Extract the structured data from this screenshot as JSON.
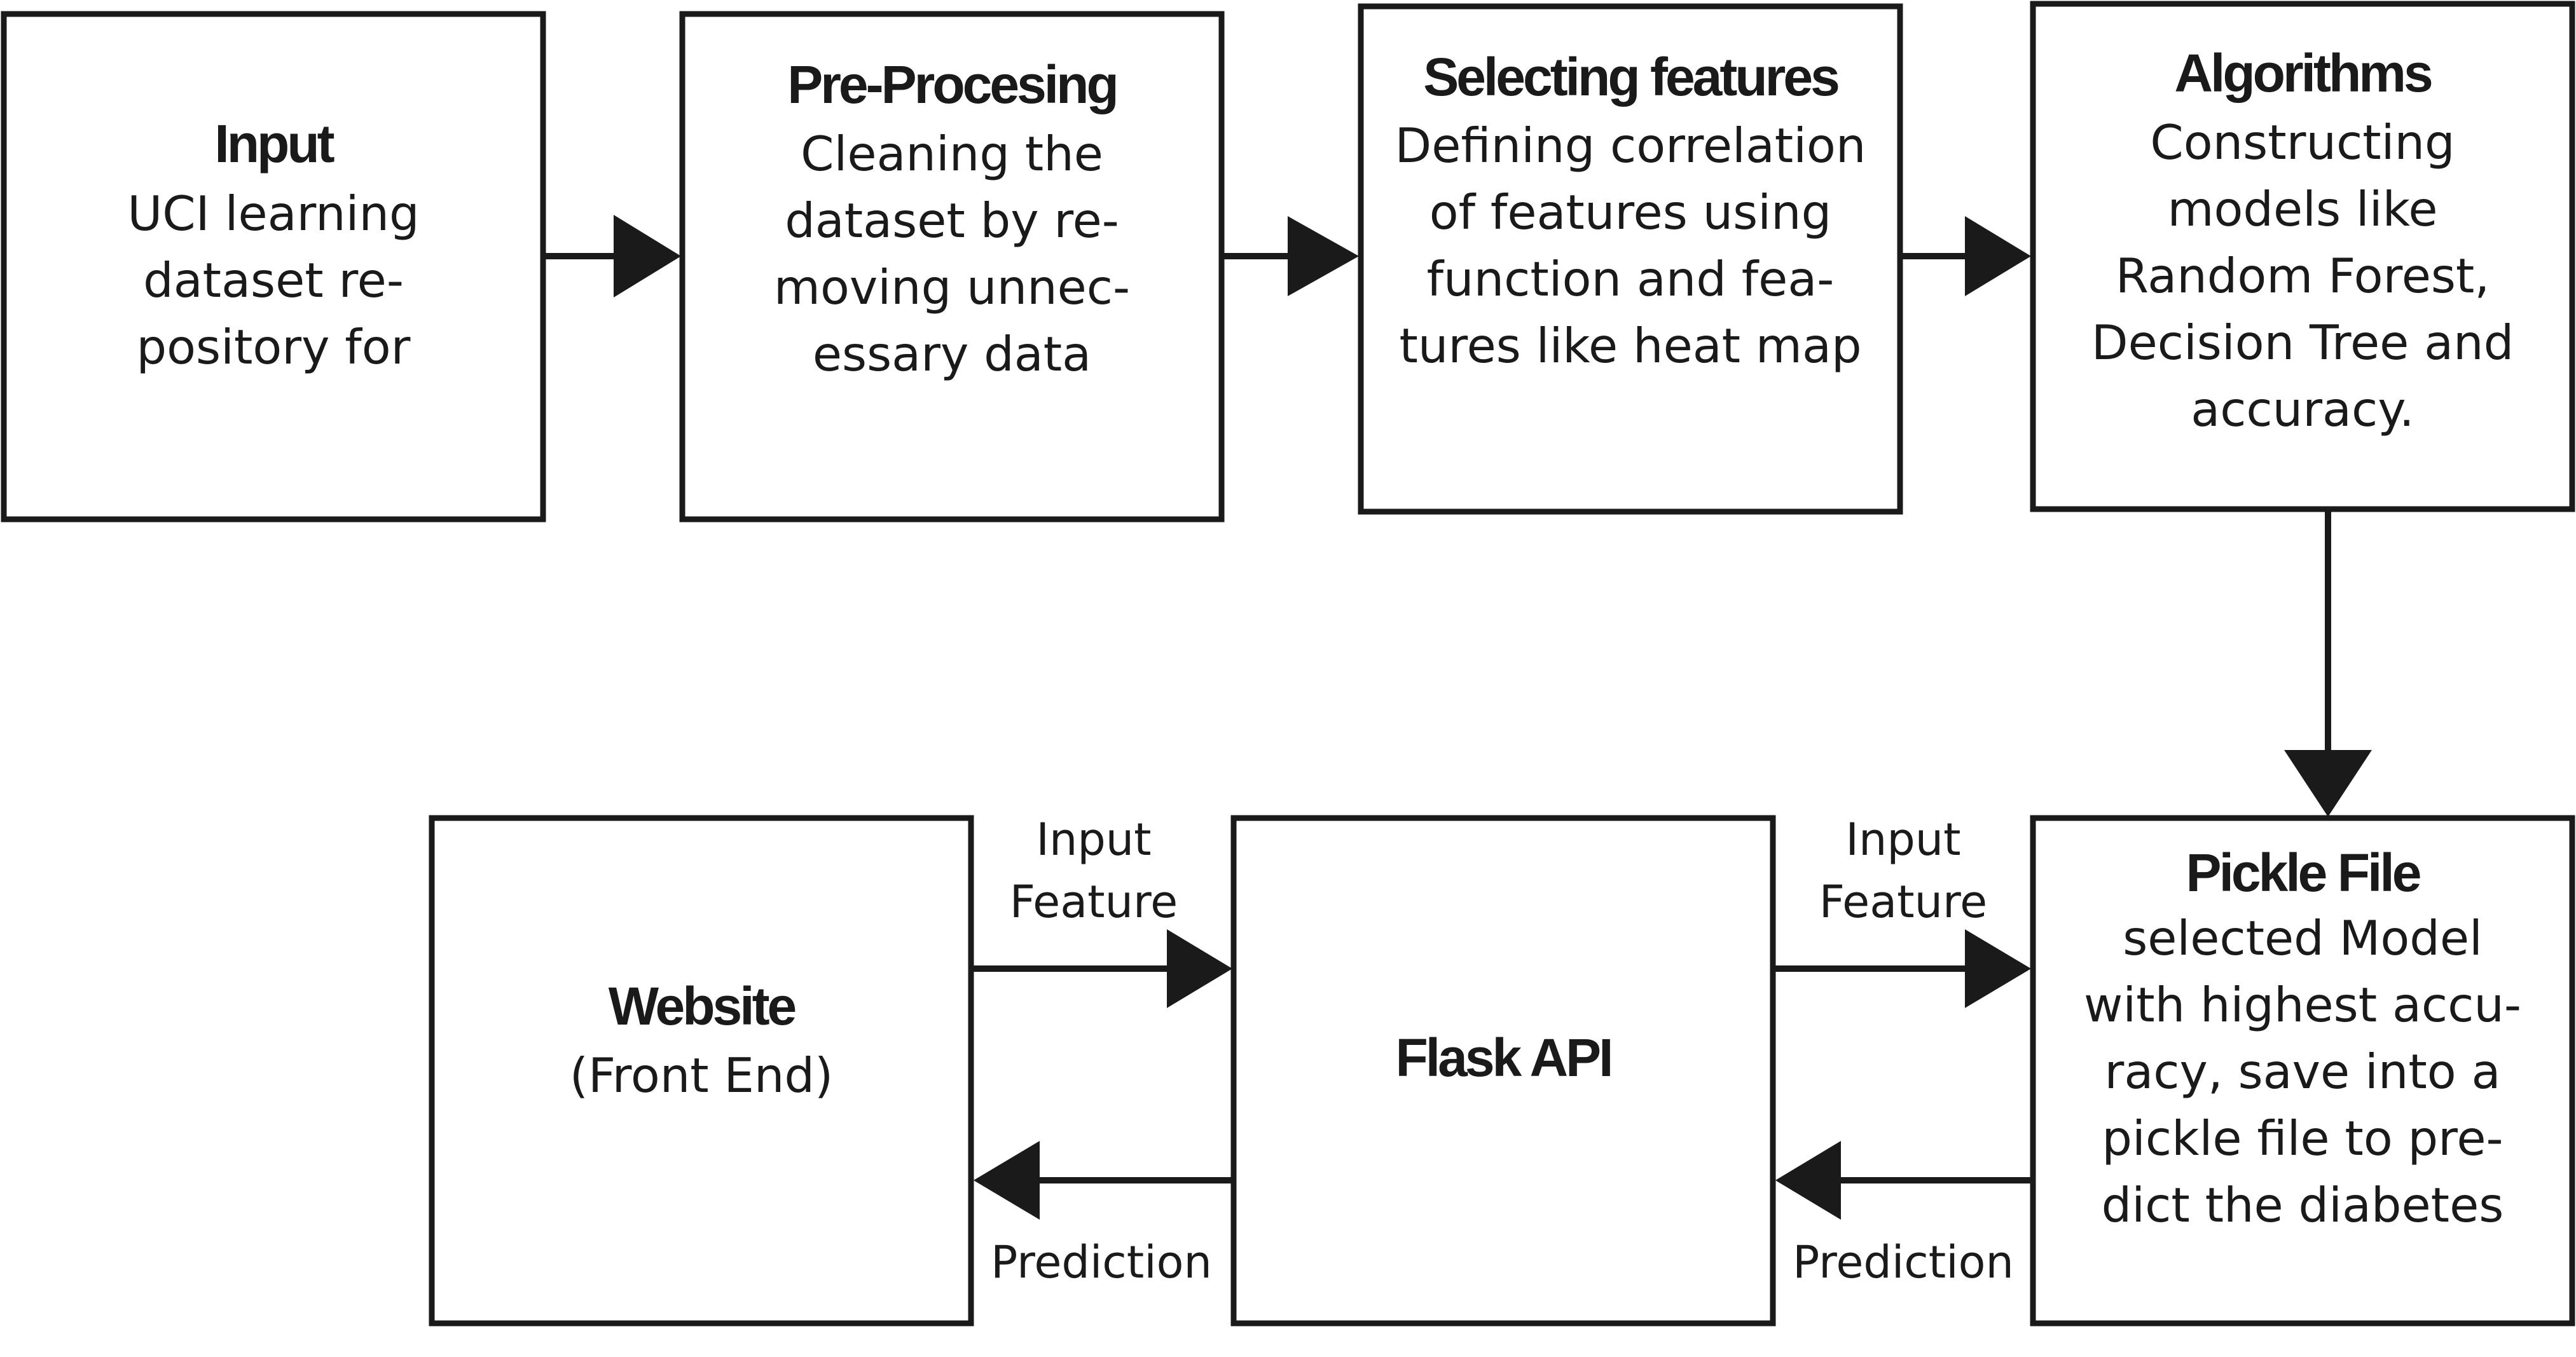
{
  "nodes": {
    "input": {
      "title": "Input",
      "lines": [
        "UCI learning",
        "dataset re-",
        "pository for"
      ]
    },
    "preprocessing": {
      "title": "Pre-Procesing",
      "lines": [
        "Cleaning the",
        "dataset by re-",
        "moving unnec-",
        "essary data"
      ]
    },
    "selecting_features": {
      "title": "Selecting features",
      "lines": [
        "Defining correlation",
        "of features using",
        "function and fea-",
        "tures like heat map"
      ]
    },
    "algorithms": {
      "title": "Algorithms",
      "lines": [
        "Constructing",
        "models like",
        "Random Forest,",
        "Decision Tree and",
        "accuracy."
      ]
    },
    "pickle_file": {
      "title": "Pickle File",
      "lines": [
        "selected Model",
        "with highest accu-",
        "racy, save into a",
        "pickle file to pre-",
        "dict the diabetes"
      ]
    },
    "flask_api": {
      "title": "Flask API"
    },
    "website": {
      "title": "Website",
      "subtitle": "(Front  End)"
    }
  },
  "edges": {
    "website_to_flask": [
      "Input",
      "Feature"
    ],
    "flask_to_pickle": [
      "Input",
      "Feature"
    ],
    "flask_to_website": "Prediction",
    "pickle_to_flask": "Prediction"
  },
  "colors": {
    "stroke": "#1a1a1a",
    "background": "#ffffff"
  }
}
